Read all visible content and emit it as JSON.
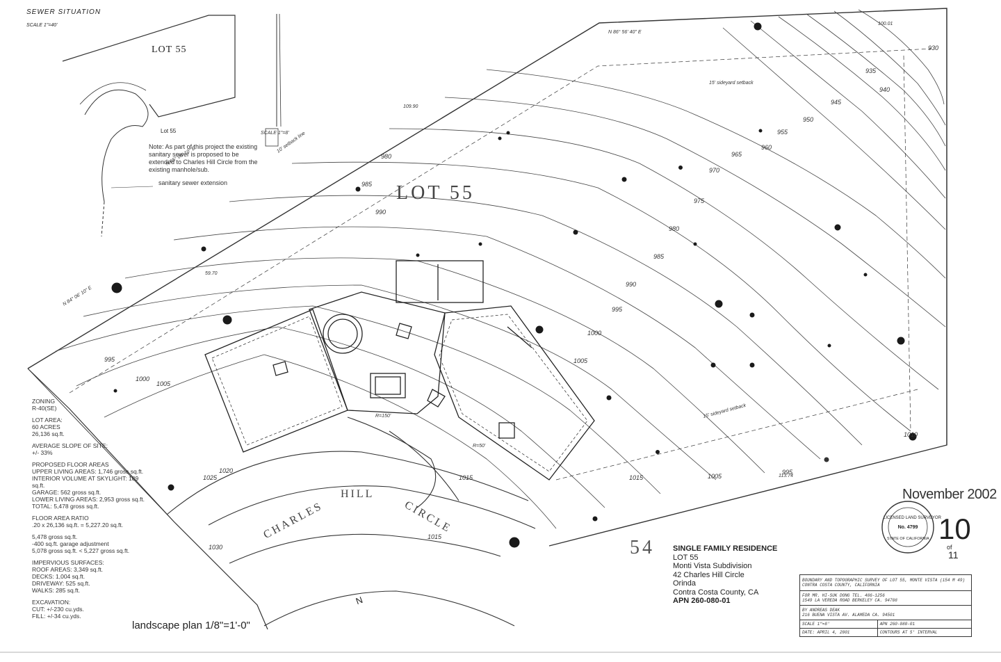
{
  "sewer_inset": {
    "title": "SEWER SITUATION",
    "scale": "SCALE 1\"=40'",
    "lot_label": "LOT 55",
    "lot_tag": "Lot 55",
    "note": "Note: As part of this project the existing sanitary sewer is proposed to be extended to Charles Hill Circle from the existing manhole/sub.",
    "extension_label": "sanitary sewer extension"
  },
  "plan": {
    "lot_label": "LOT 55",
    "adjacent_lot": "54",
    "street_words": [
      "CHARLES",
      "HILL",
      "CIRCLE"
    ],
    "scale_note": "SCALE 1\"=8'",
    "north_label": "N",
    "contours": [
      "930",
      "935",
      "940",
      "945",
      "950",
      "955",
      "960",
      "965",
      "970",
      "975",
      "980",
      "985",
      "990",
      "995",
      "1000",
      "1005",
      "1010",
      "1015",
      "1020"
    ],
    "bearing_north": "N 86° 56' 40\" E",
    "bearing_west": "N 65° 06' 10\" E",
    "bearing_sw": "N 84° 06' 10\" E",
    "setback_note": "15'-0\" side yard setback"
  },
  "left_notes": [
    {
      "label": "ZONING",
      "lines": [
        "R-40(SE)"
      ]
    },
    {
      "label": "LOT AREA:",
      "lines": [
        "60 ACRES",
        "26,136 sq.ft."
      ]
    },
    {
      "label": "AVERAGE SLOPE OF SITE:",
      "lines": [
        "+/- 33%"
      ]
    },
    {
      "label": "PROPOSED FLOOR AREAS",
      "lines": [
        "UPPER LIVING AREAS: 1,746 gross sq.ft.",
        "INTERIOR VOLUME AT SKYLIGHT: 189 sq.ft.",
        "GARAGE: 562 gross sq.ft.",
        "LOWER LIVING AREAS: 2,953 gross sq.ft.",
        "TOTAL: 5,478 gross sq.ft."
      ]
    },
    {
      "label": "FLOOR AREA RATIO",
      "lines": [
        ".20 x 26,136 sq.ft. = 5,227.20 sq.ft."
      ]
    },
    {
      "label": "",
      "lines": [
        "5,478 gross sq.ft.",
        "-400 sq.ft. garage adjustment",
        "5,078 gross sq.ft. < 5,227 gross sq.ft."
      ]
    },
    {
      "label": "IMPERVIOUS SURFACES:",
      "lines": [
        "ROOF AREAS: 3,349 sq.ft.",
        "DECKS: 1,004 sq.ft.",
        "DRIVEWAY: 525 sq.ft.",
        "WALKS: 285 sq.ft."
      ]
    },
    {
      "label": "EXCAVATION:",
      "lines": [
        "CUT: +/-230 cu.yds.",
        "FILL: +/-34 cu.yds."
      ]
    }
  ],
  "date": "November 2002",
  "sheet": {
    "number": "10",
    "of": "of",
    "total": "11"
  },
  "seal": {
    "top": "LICENSED LAND SURVEYOR",
    "middle": "No. 4799",
    "bottom": "STATE OF CALIFORNIA"
  },
  "project": {
    "title": "SINGLE FAMILY RESIDENCE",
    "lot": "LOT 55",
    "subdivision": "Monti Vista Subdivision",
    "address": "42 Charles Hill Circle",
    "city": "Orinda",
    "county": "Contra Costa County, CA",
    "apn": "APN 260-080-01"
  },
  "drawing_title": "landscape plan 1/8\"=1'-0\"",
  "survey_table": [
    [
      "BOUNDARY AND TOPOGRAPHIC SURVEY OF LOT 55, MONTE VISTA (154 M 49) CONTRA COSTA COUNTY, CALIFORNIA"
    ],
    [
      "FOR MR. HI-SUK DONG TEL. 486-1256",
      "1549 LA VEREDA ROAD BERKELEY CA. 94708"
    ],
    [
      "BY ANDREAS DEAK",
      "216 BUENA VISTA AV. ALAMEDA CA. 94501"
    ],
    [
      "SCALE 1\"=8'",
      "APN 260-080-01"
    ],
    [
      "DATE: APRIL 4, 2001",
      "CONTOURS AT 5' INTERVAL"
    ]
  ],
  "colors": {
    "ink": "#2a2a2a",
    "paper": "#ffffff",
    "tree": "#1a1a1a"
  }
}
